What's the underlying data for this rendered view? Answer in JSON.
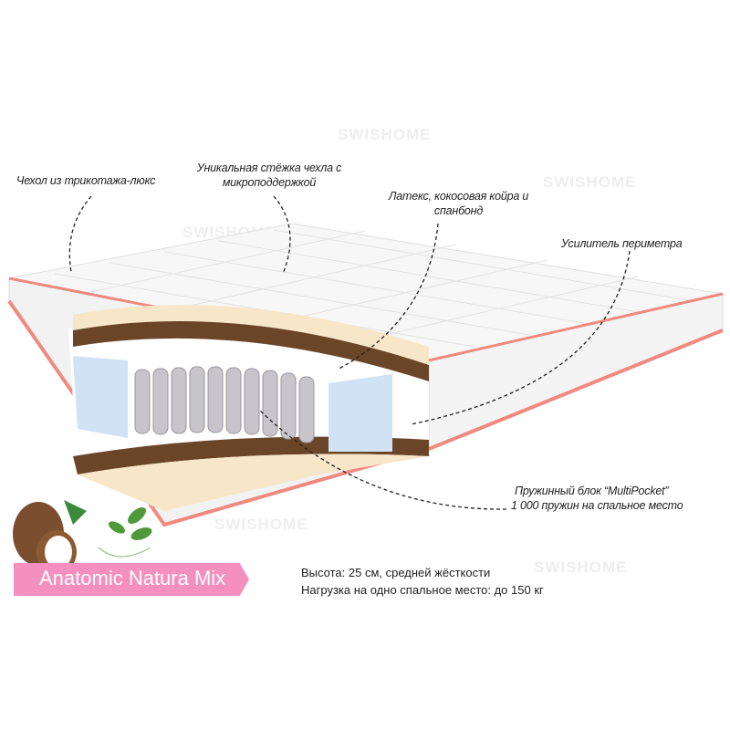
{
  "watermark": "SWISHOME",
  "annotations": {
    "cover": "Чехол из трикотажа-люкс",
    "stitch_line1": "Уникальная стёжка чехла с",
    "stitch_line2": "микроподдержкой",
    "layers_line1": "Латекс, кокосовая койра и",
    "layers_line2": "спанбонд",
    "perimeter": "Усилитель периметра",
    "springs_line1": "Пружинный блок “MultiPocket”",
    "springs_line2": "1 000 пружин на спальное место"
  },
  "product_name": "Anatomic Natura Mix",
  "specs": {
    "height": "Высота: 25 см, средней жёсткости",
    "load": "Нагрузка на одно спальное место: до 150 кг"
  },
  "colors": {
    "banner": "#f48fbf",
    "latex": "#f7e6c8",
    "coir": "#6b4528",
    "piping": "#f08a80",
    "perimeter": "#cfe3f5"
  }
}
